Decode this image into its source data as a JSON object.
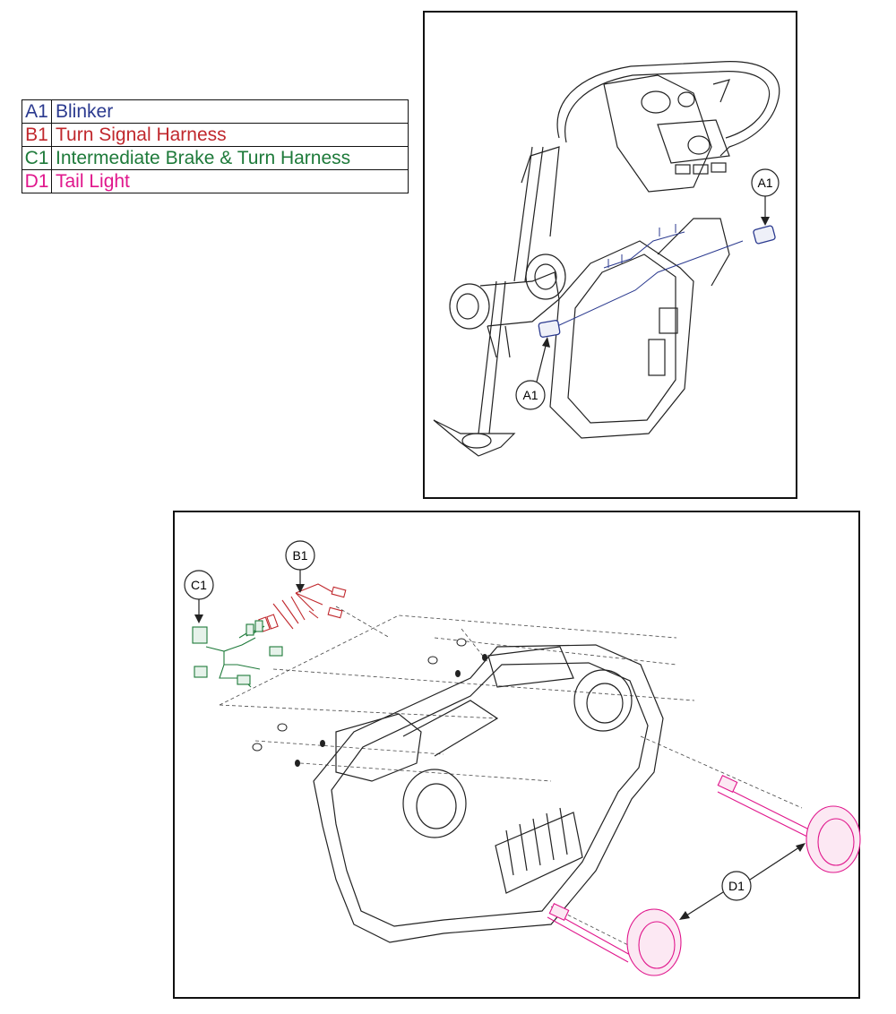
{
  "legend": [
    {
      "code": "A1",
      "label": "Blinker",
      "color": "#2b3a8f"
    },
    {
      "code": "B1",
      "label": "Turn Signal Harness",
      "color": "#c0282d"
    },
    {
      "code": "C1",
      "label": "Intermediate Brake & Turn Harness",
      "color": "#1e7a3a"
    },
    {
      "code": "D1",
      "label": "Tail Light",
      "color": "#e0168c"
    }
  ],
  "callouts": {
    "a1_top": "A1",
    "a1_bottom": "A1",
    "b1": "B1",
    "c1": "C1",
    "d1": "D1"
  }
}
